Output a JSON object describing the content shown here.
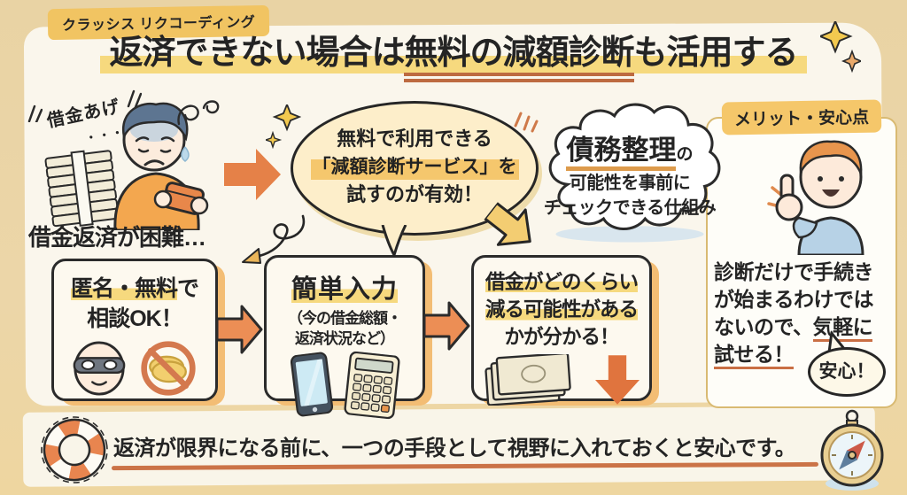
{
  "app": {
    "brand_badge": "クラッシス リクコーディング"
  },
  "title": {
    "pre": "返済できない場合は",
    "em": "無料の減額診断",
    "post": "も活用する"
  },
  "problem": {
    "scribble": "借金あげ",
    "scribble_dots": "・・・",
    "caption": "借金返済が困難…"
  },
  "advice_bubble": {
    "line1": "無料で利用できる",
    "line2": "「減額診断サービス」を",
    "line3": "試すのが有効！"
  },
  "thought_cloud": {
    "em": "債務整理",
    "particle": "の",
    "line2": "可能性を事前に",
    "line3": "チェックできる仕組み"
  },
  "merit_panel": {
    "badge": "メリット・安心点",
    "line1": "診断だけで手続き",
    "line2": "が始まるわけでは",
    "line3_pre": "ないので、",
    "line3_em": "気軽に",
    "line4_em": "試せる！",
    "bubble": "安心！"
  },
  "steps": [
    {
      "line1_hl": "匿名・無料",
      "line1_tail": "で",
      "line2": "相談OK！"
    },
    {
      "title": "簡単入力",
      "sub1": "（今の借金総額・",
      "sub2": "返済状況など）"
    },
    {
      "line1": "借金がどのくらい",
      "line2": "減る可能性がある",
      "line3": "かが分かる！"
    }
  ],
  "footer": {
    "message": "返済が限界になる前に、一つの手段として視野に入れておくと安心です。"
  },
  "icons": {
    "sparkle-icon": "four-point-star ✦",
    "arrow-right-icon": "orange block arrow →",
    "arrow-down-icon": "orange block arrow ↓",
    "curly-arrow-icon": "looped hand-drawn arrow",
    "money-stack-icon": "strapped pile of bills",
    "worried-person-icon": "person holding empty wallet",
    "dizzy-squiggle-icon": "confusion scribble",
    "masked-face-icon": "anonymous masked head",
    "no-money-icon": "coin with prohibition circle",
    "smartphone-icon": "phone",
    "calculator-icon": "calculator",
    "bills-icon": "three banknotes",
    "thumbs-up-person-icon": "smiling man giving thumbs up",
    "lifebuoy-icon": "life ring",
    "compass-icon": "compass"
  },
  "colors": {
    "background": "#ebd5a6",
    "paper": "#faf6ec",
    "ink": "#2b2b2b",
    "accent_orange": "#e58148",
    "highlight_yellow": "#f6d97e",
    "highlight_gold": "#f5c76d",
    "underline_orange": "#c96f44",
    "bubble_cream": "#fdeeca",
    "panel_border_gold": "#d9ba72",
    "box_shadow_orange": "#f3bd74"
  }
}
